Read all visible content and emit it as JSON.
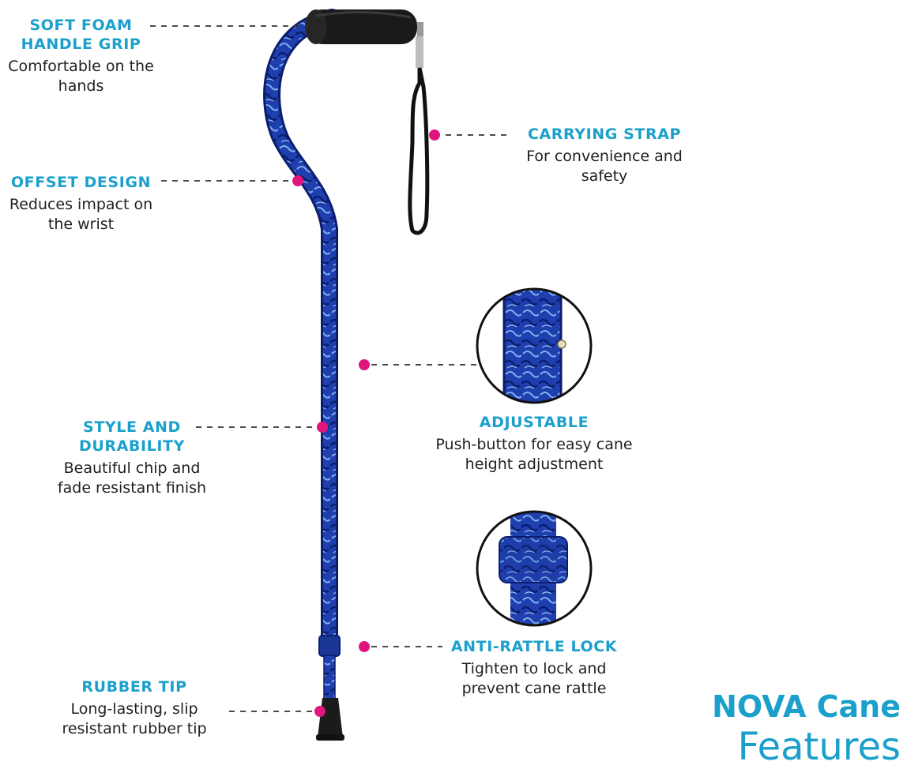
{
  "colors": {
    "accent": "#1ba0cc",
    "marker": "#e0167d",
    "cane_blue": "#1f3fae",
    "text": "#1f1f1f"
  },
  "features": {
    "handle": {
      "title": "SOFT FOAM HANDLE GRIP",
      "desc": "Comfortable on the hands"
    },
    "strap": {
      "title": "CARRYING STRAP",
      "desc": "For convenience and safety"
    },
    "offset": {
      "title": "OFFSET DESIGN",
      "desc": "Reduces impact on the wrist"
    },
    "adjustable": {
      "title": "ADJUSTABLE",
      "desc": "Push-button for easy cane height adjustment"
    },
    "style": {
      "title": "STYLE AND DURABILITY",
      "desc": "Beautiful chip and fade resistant finish"
    },
    "lock": {
      "title": "ANTI-RATTLE LOCK",
      "desc": "Tighten to lock and prevent cane rattle"
    },
    "tip": {
      "title": "RUBBER TIP",
      "desc": "Long-lasting, slip resistant rubber tip"
    }
  },
  "brand": {
    "line1": "NOVA Cane",
    "line2": "Features"
  }
}
